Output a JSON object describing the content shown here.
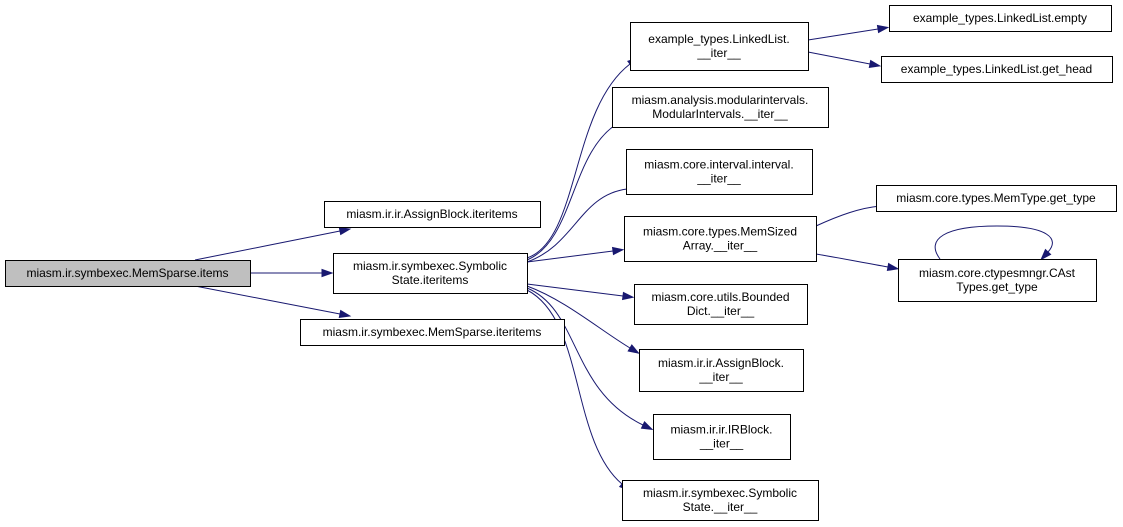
{
  "graph": {
    "nodes": [
      {
        "id": "memsparse_items",
        "lines": [
          "miasm.ir.symbexec.MemSparse.items"
        ],
        "highlighted": true
      },
      {
        "id": "assignblock_iteritems",
        "lines": [
          "miasm.ir.ir.AssignBlock.iteritems"
        ]
      },
      {
        "id": "symbolicstate_iteritems",
        "lines": [
          "miasm.ir.symbexec.Symbolic",
          "State.iteritems"
        ]
      },
      {
        "id": "memsparse_iteritems",
        "lines": [
          "miasm.ir.symbexec.MemSparse.iteritems"
        ]
      },
      {
        "id": "linkedlist_iter",
        "lines": [
          "example_types.LinkedList.",
          "__iter__"
        ]
      },
      {
        "id": "modularintervals_iter",
        "lines": [
          "miasm.analysis.modularintervals.",
          "ModularIntervals.__iter__"
        ]
      },
      {
        "id": "interval_iter",
        "lines": [
          "miasm.core.interval.interval.",
          "__iter__"
        ]
      },
      {
        "id": "memsizedarray_iter",
        "lines": [
          "miasm.core.types.MemSized",
          "Array.__iter__"
        ]
      },
      {
        "id": "boundeddict_iter",
        "lines": [
          "miasm.core.utils.Bounded",
          "Dict.__iter__"
        ]
      },
      {
        "id": "assignblock_iter",
        "lines": [
          "miasm.ir.ir.AssignBlock.",
          "__iter__"
        ]
      },
      {
        "id": "irblock_iter",
        "lines": [
          "miasm.ir.ir.IRBlock.",
          "__iter__"
        ]
      },
      {
        "id": "symbolicstate_iter",
        "lines": [
          "miasm.ir.symbexec.Symbolic",
          "State.__iter__"
        ]
      },
      {
        "id": "linkedlist_empty",
        "lines": [
          "example_types.LinkedList.empty"
        ]
      },
      {
        "id": "linkedlist_get_head",
        "lines": [
          "example_types.LinkedList.get_head"
        ]
      },
      {
        "id": "memtype_get_type",
        "lines": [
          "miasm.core.types.MemType.get_type"
        ]
      },
      {
        "id": "castypes_get_type",
        "lines": [
          "miasm.core.ctypesmngr.CAst",
          "Types.get_type"
        ]
      }
    ],
    "edges": [
      {
        "from": "memsparse_items",
        "to": "assignblock_iteritems"
      },
      {
        "from": "memsparse_items",
        "to": "symbolicstate_iteritems"
      },
      {
        "from": "memsparse_items",
        "to": "memsparse_iteritems"
      },
      {
        "from": "symbolicstate_iteritems",
        "to": "linkedlist_iter"
      },
      {
        "from": "symbolicstate_iteritems",
        "to": "modularintervals_iter"
      },
      {
        "from": "symbolicstate_iteritems",
        "to": "interval_iter"
      },
      {
        "from": "symbolicstate_iteritems",
        "to": "memsizedarray_iter"
      },
      {
        "from": "symbolicstate_iteritems",
        "to": "boundeddict_iter"
      },
      {
        "from": "symbolicstate_iteritems",
        "to": "assignblock_iter"
      },
      {
        "from": "symbolicstate_iteritems",
        "to": "irblock_iter"
      },
      {
        "from": "symbolicstate_iteritems",
        "to": "symbolicstate_iter"
      },
      {
        "from": "linkedlist_iter",
        "to": "linkedlist_empty"
      },
      {
        "from": "linkedlist_iter",
        "to": "linkedlist_get_head"
      },
      {
        "from": "memsizedarray_iter",
        "to": "memtype_get_type"
      },
      {
        "from": "memsizedarray_iter",
        "to": "castypes_get_type"
      },
      {
        "from": "castypes_get_type",
        "to": "castypes_get_type"
      }
    ],
    "colors": {
      "edge": "#191970",
      "node_fill": "#ffffff",
      "node_fill_highlighted": "#bfbfbf",
      "node_stroke": "#000000"
    }
  }
}
